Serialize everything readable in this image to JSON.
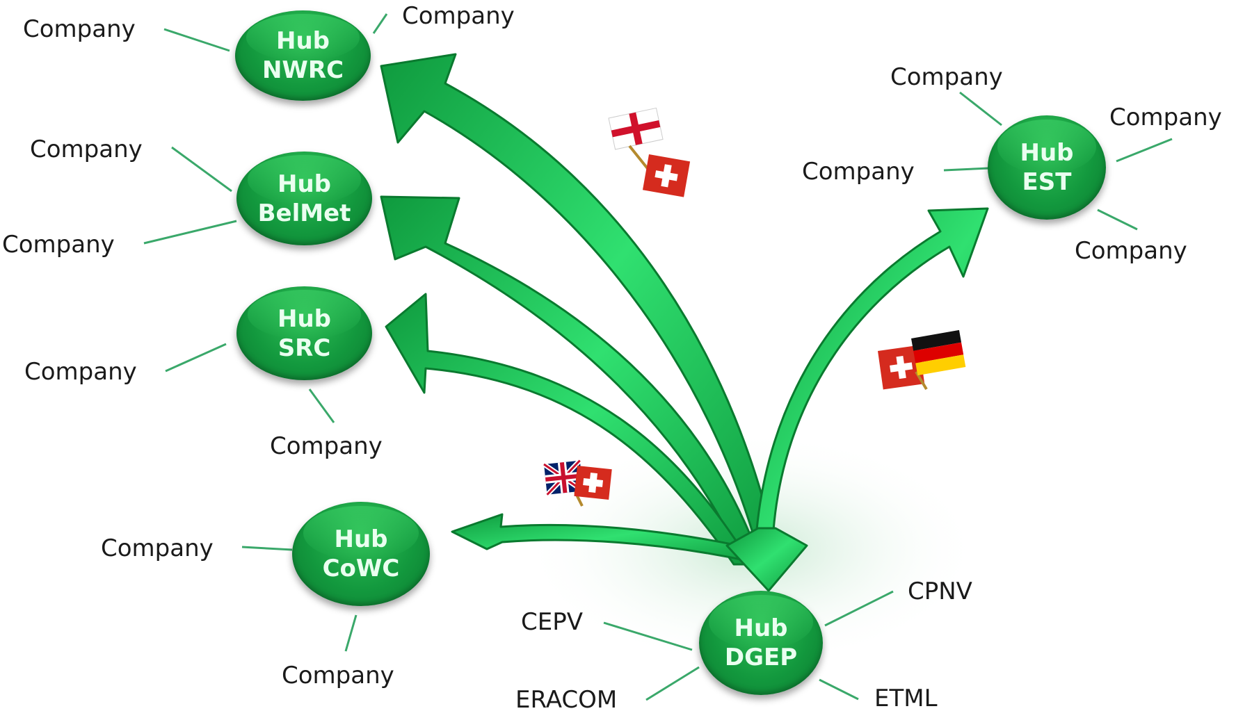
{
  "hubs": {
    "nwrc": {
      "line1": "Hub",
      "line2": "NWRC"
    },
    "belmet": {
      "line1": "Hub",
      "line2": "BelMet"
    },
    "src": {
      "line1": "Hub",
      "line2": "SRC"
    },
    "cowc": {
      "line1": "Hub",
      "line2": "CoWC"
    },
    "est": {
      "line1": "Hub",
      "line2": "EST"
    },
    "dgep": {
      "line1": "Hub",
      "line2": "DGEP"
    }
  },
  "labels": {
    "company": "Company",
    "cepv": "CEPV",
    "cpnv": "CPNV",
    "eracom": "ERACOM",
    "etml": "ETML"
  },
  "colors": {
    "hub_green": "#13993e",
    "arrow_green": "#1fc054",
    "arrow_outline": "#0a7a2f",
    "connector": "#3aa86a"
  },
  "flags": {
    "northern_ireland_switzerland": [
      "northern-ireland-flag",
      "switzerland-flag"
    ],
    "switzerland_germany": [
      "switzerland-flag",
      "germany-flag"
    ],
    "uk_switzerland": [
      "uk-flag",
      "switzerland-flag"
    ]
  }
}
